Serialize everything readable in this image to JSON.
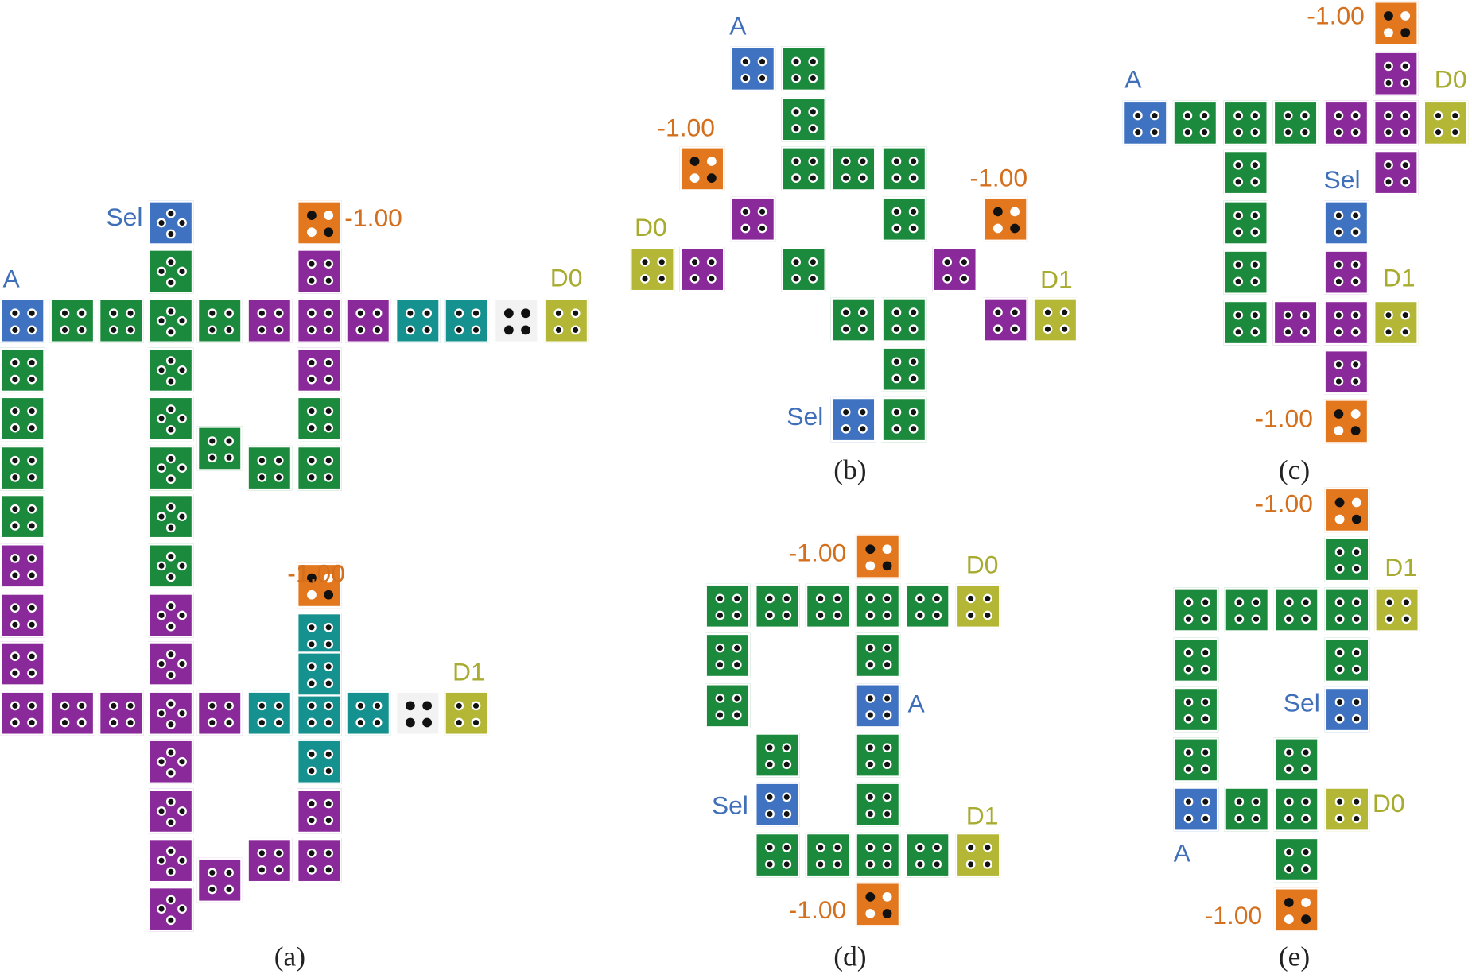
{
  "colors": {
    "green": "#1b8a3c",
    "purple": "#8a2a9a",
    "teal": "#15918f",
    "blue": "#3f72c0",
    "orange": "#e2771e",
    "olive": "#b3b735",
    "blank": "#f2f2f2",
    "label_blue": "#3f6fb8",
    "label_orange": "#d4701d",
    "label_olive": "#a7ab2e"
  },
  "panels": {
    "a": {
      "caption": "(a)",
      "labels": {
        "sel": "Sel",
        "minus_top": "-1.00",
        "a": "A",
        "d0": "D0",
        "minus_mid": "-1.00",
        "d1": "D1"
      }
    },
    "b": {
      "caption": "(b)",
      "labels": {
        "a": "A",
        "minus_left": "-1.00",
        "minus_right": "-1.00",
        "d0": "D0",
        "d1": "D1",
        "sel": "Sel"
      }
    },
    "c": {
      "caption": "(c)",
      "labels": {
        "minus_top": "-1.00",
        "a": "A",
        "d0": "D0",
        "sel": "Sel",
        "d1": "D1",
        "minus_bottom": "-1.00"
      }
    },
    "d": {
      "caption": "(d)",
      "labels": {
        "minus_top": "-1.00",
        "d0": "D0",
        "a": "A",
        "sel": "Sel",
        "d1": "D1",
        "minus_bottom": "-1.00"
      }
    },
    "e": {
      "caption": "(e)",
      "labels": {
        "minus_top": "-1.00",
        "d1": "D1",
        "sel": "Sel",
        "d0": "D0",
        "a": "A",
        "minus_bottom": "-1.00"
      }
    }
  }
}
